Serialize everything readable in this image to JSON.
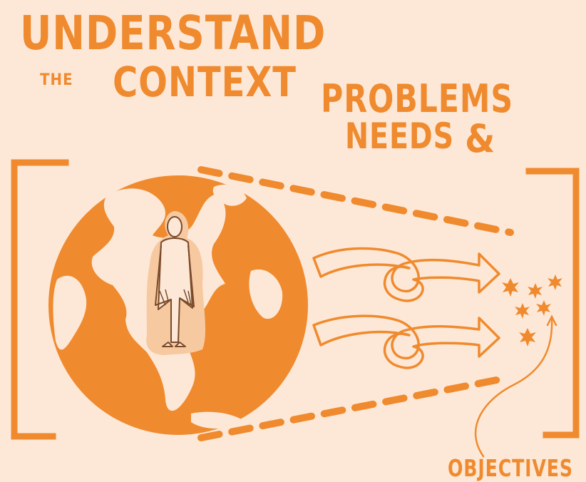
{
  "texts": {
    "understand": "UNDERSTAND",
    "the": "THE",
    "context": "CONTEXT",
    "problems": "PROBLEMS",
    "needs": "NEEDS",
    "ampersand": "&",
    "objectives": "OBJECTIVES"
  },
  "colors": {
    "background": "#fde8d7",
    "ink": "#f08a2e"
  },
  "icons": [
    "globe-icon",
    "person-with-cape-icon",
    "looped-arrow-icon",
    "star-cluster-icon",
    "bracket-icon"
  ]
}
